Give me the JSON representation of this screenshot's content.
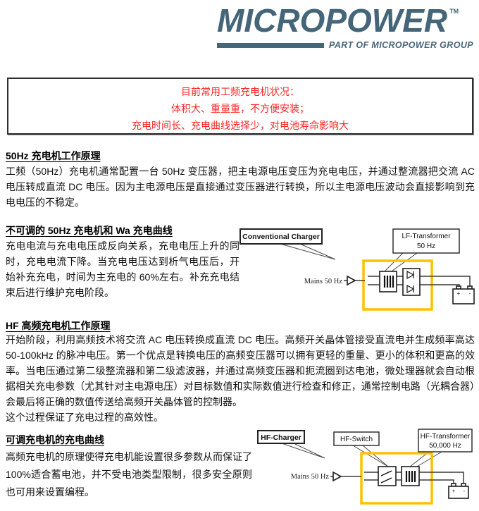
{
  "logo": {
    "wordmark": "MICROPOWER",
    "trademark": "TM",
    "tagline": "PART OF MICROPOWER GROUP"
  },
  "notice": {
    "lines": [
      "目前常用工频充电机状况：",
      "体积大、重量重，不方便安装；",
      "充电时间长、充电曲线选择少，对电池寿命影响大"
    ]
  },
  "sections": [
    {
      "heading": "50Hz 充电机工作原理",
      "body": "工频（50Hz）充电机通常配置一台 50Hz 变压器，把主电源电压变压为充电电压，并通过整流器把交流 AC 电压转成直流 DC 电压。因为主电源电压是直接通过变压器进行转换，所以主电源电压波动会直接影响到充电电压的不稳定。"
    },
    {
      "heading": "不可调的 50Hz 充电机和 Wa 充电曲线",
      "body": "充电电流与充电电压成反向关系，充电电压上升的同时，充电电流下降。当充电电压达到析气电压后，开始补充充电，时间为主充电的 60%左右。补充充电结束后进行维护充电阶段。"
    },
    {
      "heading": "HF 高频充电机工作原理",
      "body": "开始阶段，利用高频技术将交流 AC 电压转换成直流 DC 电压。高频开关晶体管接受直流电并生成频率高达 50-100kHz 的脉冲电压。第一个优点是转换电压的高频变压器可以拥有更轻的重量、更小的体积和更高的效率。当电压通过第二级整流器和第二级滤波器，并通过高频变压器和扼流圈到达电池，微处理器就会自动根据相关充电参数（尤其针对主电源电压）对目标数值和实际数值进行检查和修正，通常控制电路（光耦合器）会最后将正确的数值传送给高频开关晶体管的控制器。",
      "body_extra": "这个过程保证了充电过程的高效性。"
    },
    {
      "heading": "可调充电机的充电曲线",
      "body": "高频充电机的原理使得充电机能设置很多参数从而保证了 100%适合蓄电池，并不受电池类型限制，很多安全原则也可用来设置编程。"
    }
  ],
  "diagram1": {
    "title": "Conventional Charger",
    "transformer_label_1": "LF-Transformer",
    "transformer_label_2": "50 Hz",
    "mains_label": "Mains 50 Hz",
    "battery_plus": "+",
    "battery_minus": "-"
  },
  "diagram2": {
    "title": "HF-Charger",
    "switch_label": "HF-Switch",
    "transformer_label_1": "HF-Transformer",
    "transformer_label_2": "50,000 Hz",
    "mains_label": "Mains 50 Hz",
    "battery_plus": "+",
    "battery_minus": "-"
  },
  "colors": {
    "logo_blue": "#456579",
    "notice_red": "#ff2525",
    "accent_yellow": "#FFC000"
  }
}
